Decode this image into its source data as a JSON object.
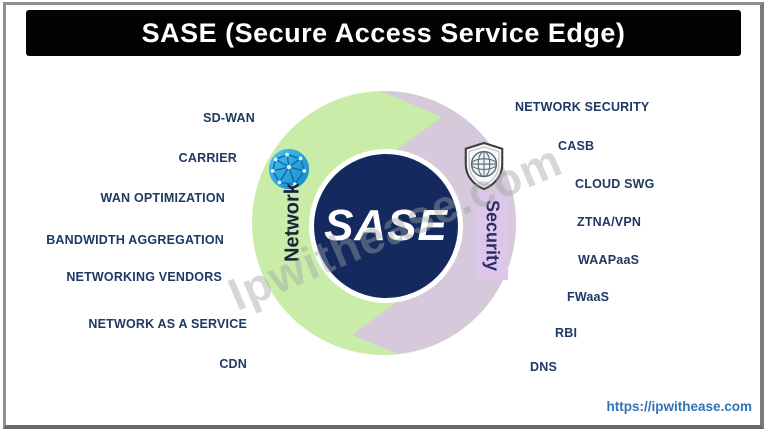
{
  "header": {
    "title": "SASE (Secure Access Service Edge)"
  },
  "diagram": {
    "center_label": "SASE",
    "network_label": "Network",
    "security_label": "Security",
    "network_items": [
      "SD-WAN",
      "CARRIER",
      "WAN OPTIMIZATION",
      "BANDWIDTH AGGREGATION",
      "NETWORKING VENDORS",
      "NETWORK AS A SERVICE",
      "CDN"
    ],
    "security_items": [
      "NETWORK SECURITY",
      "CASB",
      "CLOUD SWG",
      "ZTNA/VPN",
      "WAAPaaS",
      "FWaaS",
      "RBI",
      "DNS"
    ],
    "colors": {
      "network_arc": "#c9eda9",
      "security_arc": "#d5c9db",
      "center_circle": "#142a5f",
      "center_ring": "#ffffff",
      "security_label_bg": "#dcc7eb",
      "item_text": "#1f3864",
      "url_text": "#2e75b6"
    },
    "icons": {
      "network": "network-globe-icon",
      "security": "shield-globe-icon"
    }
  },
  "watermark": "Ipwithease.com",
  "footer": {
    "url": "https://ipwithease.com"
  }
}
